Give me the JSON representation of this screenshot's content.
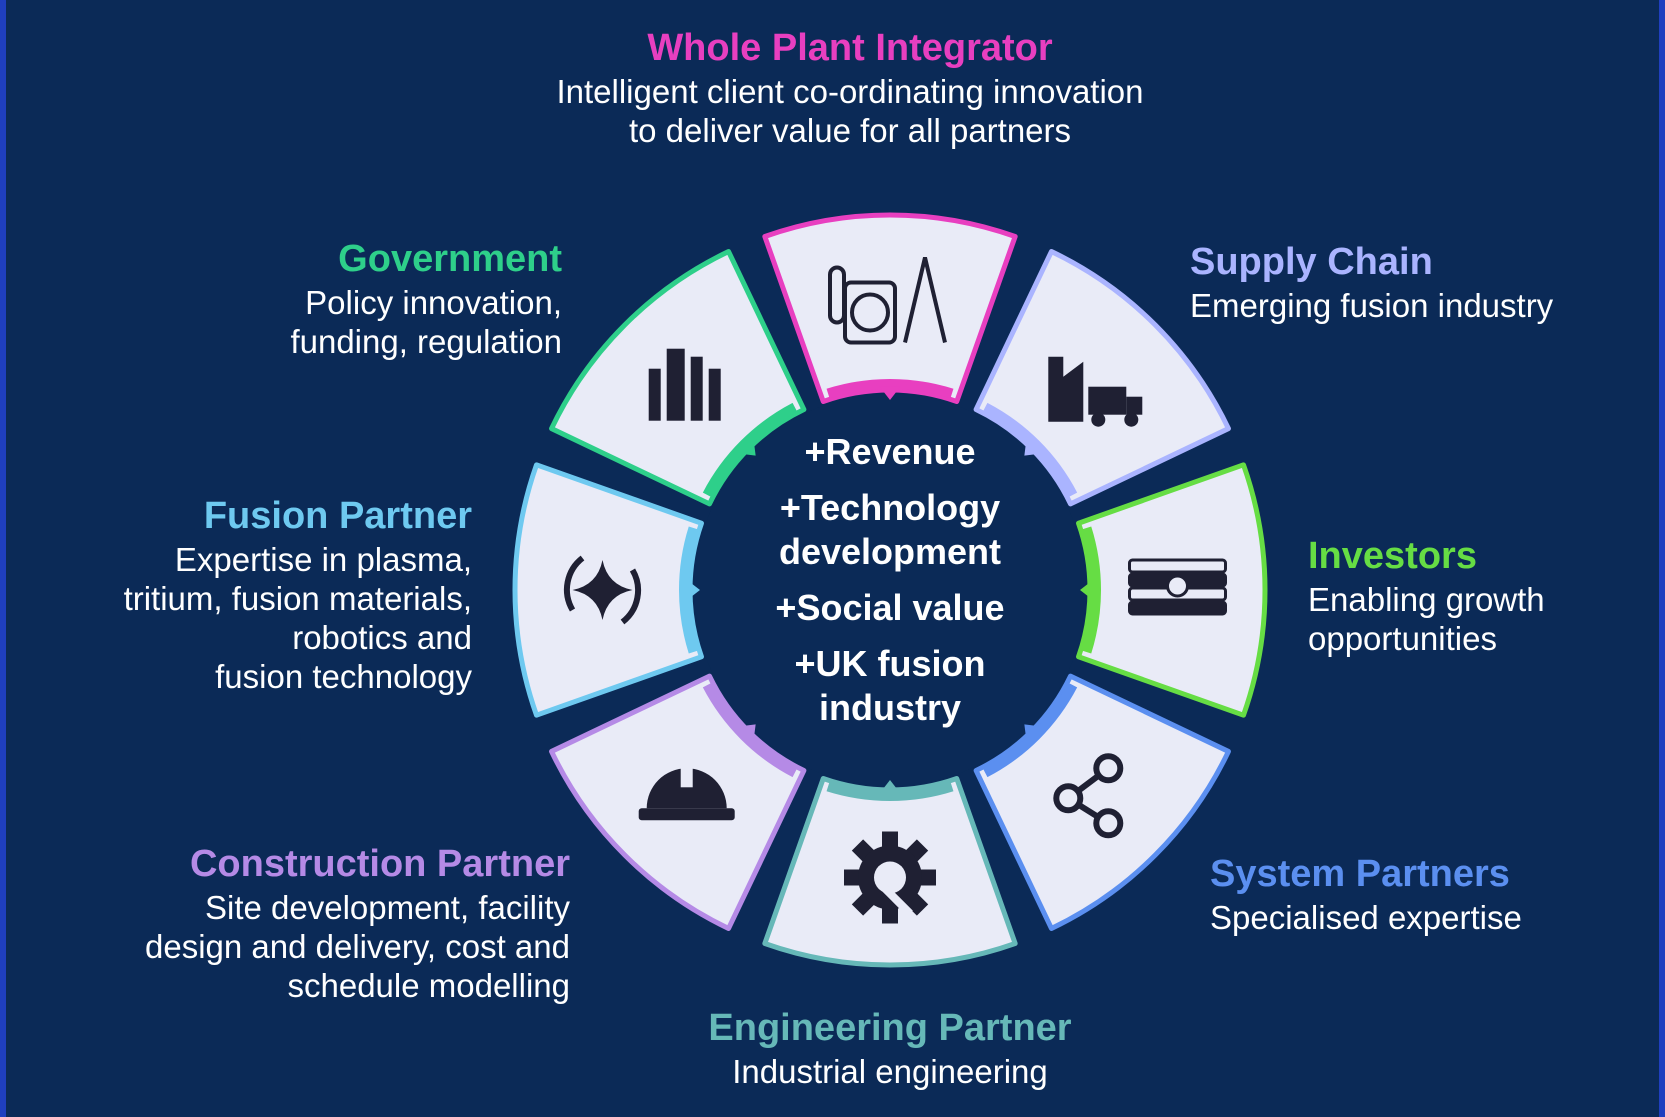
{
  "colors": {
    "background": "#0b2a57",
    "whole_plant": "#e83fc0",
    "supply_chain": "#aab4ff",
    "investors": "#66dd44",
    "system_partners": "#5b8ff0",
    "engineering_partner": "#66b8b8",
    "construction_partner": "#b58ae6",
    "fusion_partner": "#6ec9f0",
    "government": "#2ecf8a"
  },
  "diagram": {
    "roles": [
      {
        "key": "whole_plant",
        "title": "Whole Plant Integrator",
        "desc": [
          "Intelligent client co-ordinating innovation",
          "to deliver value for all partners"
        ],
        "icon": "power-plant-icon"
      },
      {
        "key": "supply_chain",
        "title": "Supply Chain",
        "desc": [
          "Emerging fusion industry"
        ],
        "icon": "factory-truck-icon"
      },
      {
        "key": "investors",
        "title": "Investors",
        "desc": [
          "Enabling growth",
          "opportunities"
        ],
        "icon": "money-stack-icon"
      },
      {
        "key": "system_partners",
        "title": "System Partners",
        "desc": [
          "Specialised expertise"
        ],
        "icon": "share-nodes-icon"
      },
      {
        "key": "engineering_partner",
        "title": "Engineering Partner",
        "desc": [
          "Industrial engineering"
        ],
        "icon": "gear-wrench-icon"
      },
      {
        "key": "construction_partner",
        "title": "Construction Partner",
        "desc": [
          "Site development, facility",
          "design and delivery, cost and",
          "schedule modelling"
        ],
        "icon": "hard-hat-icon"
      },
      {
        "key": "fusion_partner",
        "title": "Fusion Partner",
        "desc": [
          "Expertise in plasma,",
          "tritium, fusion materials,",
          "robotics and",
          "fusion technology"
        ],
        "icon": "plasma-star-icon"
      },
      {
        "key": "government",
        "title": "Government",
        "desc": [
          "Policy innovation,",
          "funding, regulation"
        ],
        "icon": "government-building-icon"
      }
    ],
    "benefits": [
      "+Revenue",
      "+Technology development",
      "+Social value",
      "+UK fusion industry"
    ]
  }
}
